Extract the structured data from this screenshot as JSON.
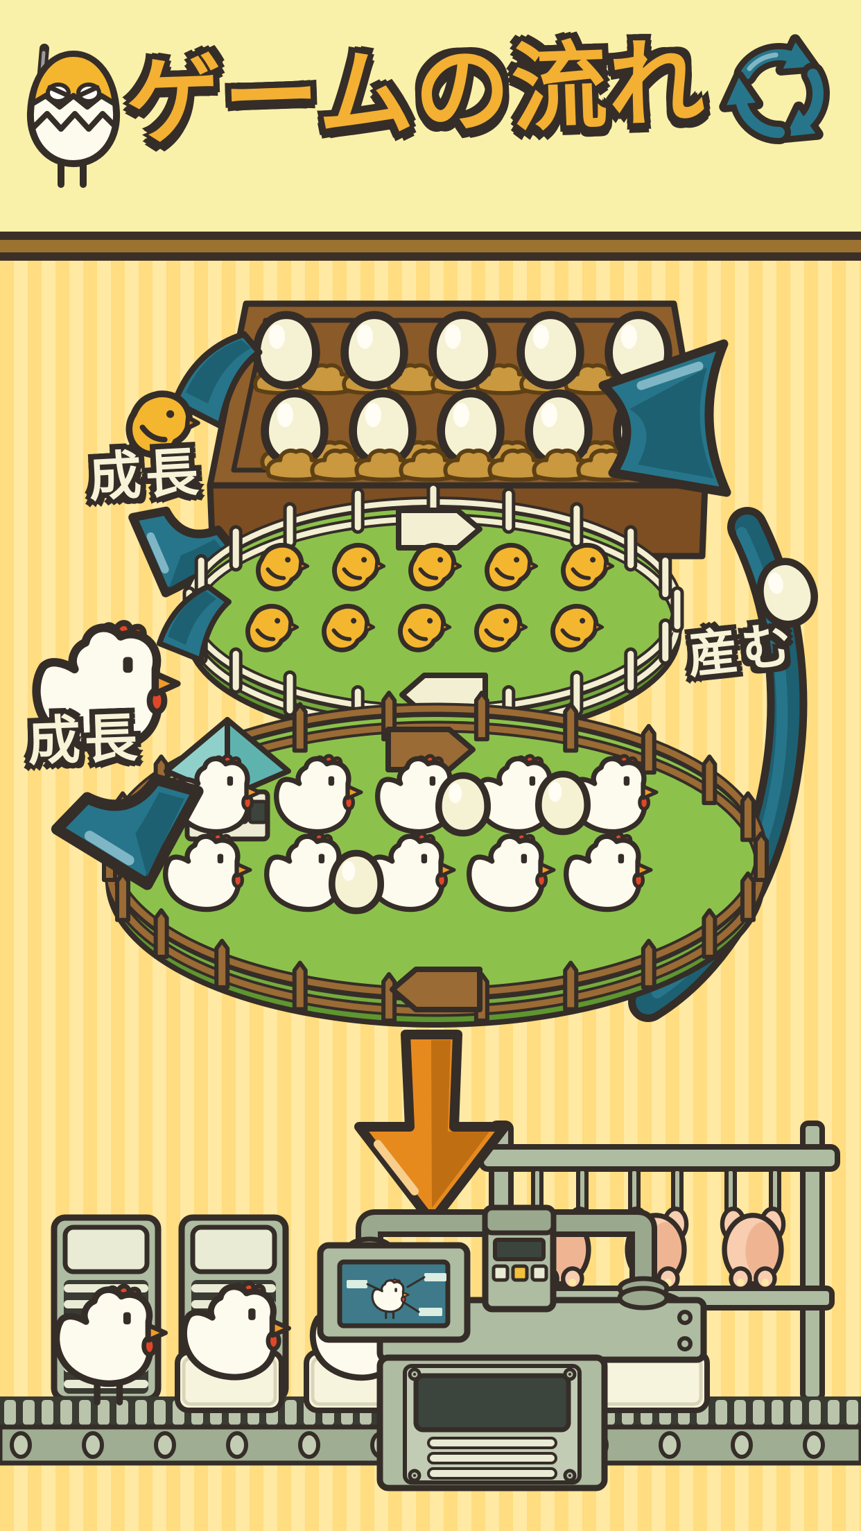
{
  "header": {
    "title": "ゲームの流れ",
    "mascot_icon": "egg-chick-mascot-icon",
    "cycle_icon": "cycle-arrows-icon"
  },
  "cycle": {
    "egg_tray": {
      "egg_rows": 2,
      "eggs_per_row": 5,
      "egg_count": 10
    },
    "grow_label_1": "成長",
    "chick_pen": {
      "chick_rows": 2,
      "chicks_per_row": 5,
      "chick_count": 10
    },
    "grow_label_2": "成長",
    "hen_pen": {
      "hen_rows": 2,
      "hens_per_row": 5,
      "hen_count": 10,
      "egg_count": 3
    },
    "lay_label": "産む"
  },
  "factory": {
    "crate_count": 2,
    "rack_hook_count": 6,
    "hanging_chicken_count": 3,
    "belt_hen_count": 3,
    "dressed_chicken_count": 1,
    "panel_button_count": 3
  },
  "colors": {
    "header_bg": "#F9F1A9",
    "stripe_a": "#FFDD80",
    "stripe_b": "#FFE9A3",
    "divider_dark": "#3B3028",
    "divider_brown": "#9C7231",
    "outline": "#352D28",
    "title_fill": "#F3B032",
    "teal": "#27758A",
    "teal_dark": "#1D6072",
    "teal_light": "#7FB6C5",
    "label_text": "#F7F3D8",
    "wood": "#9A6B35",
    "wood_dark": "#7C5224",
    "tray_frame": "#8F5F2C",
    "tray_front": "#7C4E22",
    "tray_inner": "#8A5A28",
    "nest": "#C9983F",
    "nest_edge": "#5E4015",
    "egg": "#F5F1D3",
    "egg_hi": "#FFFDF4",
    "chick": "#F4B62F",
    "chick_beak": "#E8821E",
    "grass": "#8CC24B",
    "grass_rim": "#74AC3E",
    "grass_rim_dark": "#5E9630",
    "picket": "#F3EFD2",
    "hen": "#FDFAEE",
    "comb": "#E04728",
    "beak": "#F09A28",
    "coop_roof": "#8FD0CB",
    "coop_roof_dark": "#5FB3AE",
    "coop_wall": "#EDEBD3",
    "orange": "#E78A1E",
    "orange_dark": "#C06E12",
    "orange_hi": "#F7CE8C",
    "machine": "#AEBCA2",
    "machine_light": "#C2CCB4",
    "machine_band": "#9AA88E",
    "screen_dark": "#3C443E",
    "vent": "#E9EBD4",
    "monitor_screen": "#3E7A8A",
    "callout": "#DCEDE2",
    "flesh": "#F8CDB0",
    "flesh_shade": "#EFB593",
    "belt": "#B9C4AB",
    "belt_dark": "#3A3B33",
    "roller_band": "#9FAD93",
    "roller": "#C3CDB3",
    "button_yellow": "#F2C23D"
  }
}
